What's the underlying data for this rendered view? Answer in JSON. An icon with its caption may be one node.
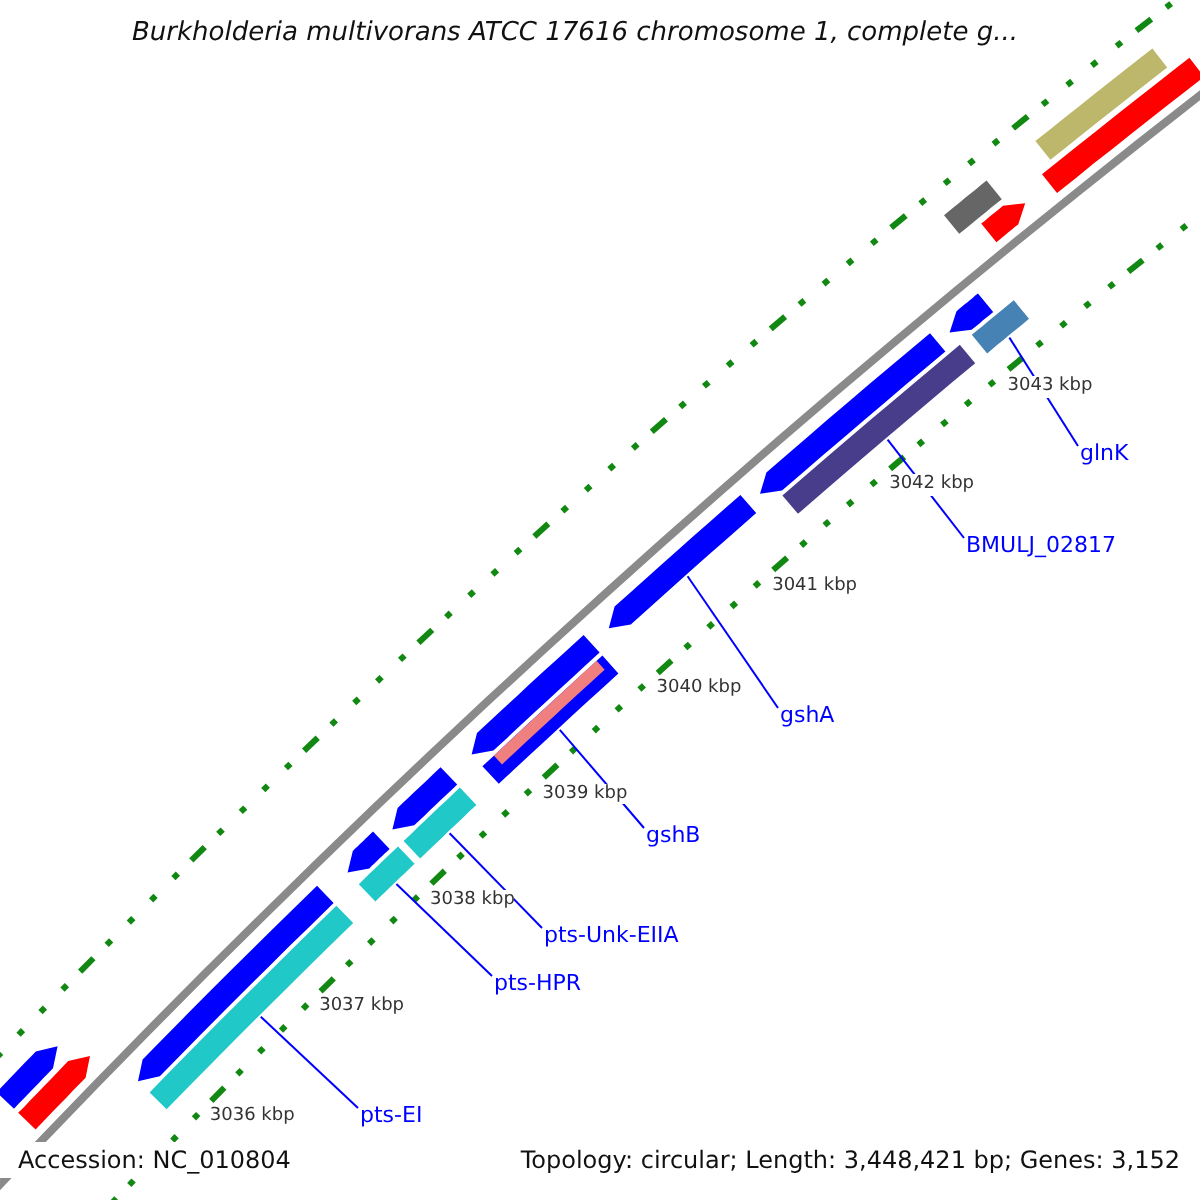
{
  "diagram": {
    "title": "Burkholderia multivorans ATCC 17616 chromosome 1, complete g...",
    "nodes": [
      {
        "text": [
          "pts-EI"
        ]
      },
      {
        "text": [
          "pts-HPR"
        ]
      },
      {
        "text": [
          "pts-Unk-EIIA"
        ]
      },
      {
        "text": [
          "gshB"
        ]
      },
      {
        "text": [
          "gshA"
        ]
      },
      {
        "text": [
          "BMULJ_02817"
        ]
      },
      {
        "text": [
          "glnK"
        ]
      },
      {
        "text": [],
        "shape": "bar"
      },
      {
        "text": [],
        "shape": "bar"
      },
      {
        "text": [],
        "shape": "bar"
      },
      {
        "text": [],
        "shape": "bar"
      },
      {
        "text": [],
        "shape": "bar"
      },
      {
        "text": [],
        "shape": "bar"
      },
      {
        "text": [],
        "shape": "bar"
      },
      {
        "text": [],
        "shape": "bar"
      },
      {
        "text": [],
        "shape": "bar"
      },
      {
        "text": [],
        "shape": "bar"
      },
      {
        "text": [],
        "shape": "bar",
        "in": 16
      },
      {
        "text": [],
        "shape": "bar"
      },
      {
        "text": [],
        "shape": "bar"
      },
      {
        "text": [],
        "shape": "bar"
      },
      {
        "text": [],
        "shape": "bar"
      },
      {
        "text": [],
        "shape": "bar"
      },
      {
        "text": [],
        "shape": "bar"
      },
      {
        "text": [],
        "shape": "bar"
      },
      {
        "text": [],
        "shape": "bar"
      },
      {
        "text": [],
        "shape": "bar"
      }
    ],
    "edges": [
      {
        "from": 0,
        "to": 10,
        "arrow": "none"
      },
      {
        "from": 1,
        "to": 12,
        "arrow": "none"
      },
      {
        "from": 2,
        "to": 14,
        "arrow": "none"
      },
      {
        "from": 3,
        "to": 16,
        "arrow": "none"
      },
      {
        "from": 4,
        "to": 18,
        "arrow": "none"
      },
      {
        "from": 5,
        "to": 20,
        "arrow": "none"
      },
      {
        "from": 6,
        "to": 22,
        "arrow": "none"
      }
    ],
    "labels": [
      "3043 kbp",
      "3042 kbp",
      "3041 kbp",
      "3040 kbp",
      "3039 kbp",
      "3038 kbp",
      "3037 kbp",
      "3036 kbp",
      "Accession: NC_010804",
      "Topology: circular; Length: 3,448,421 bp; Genes: 3,152"
    ]
  }
}
